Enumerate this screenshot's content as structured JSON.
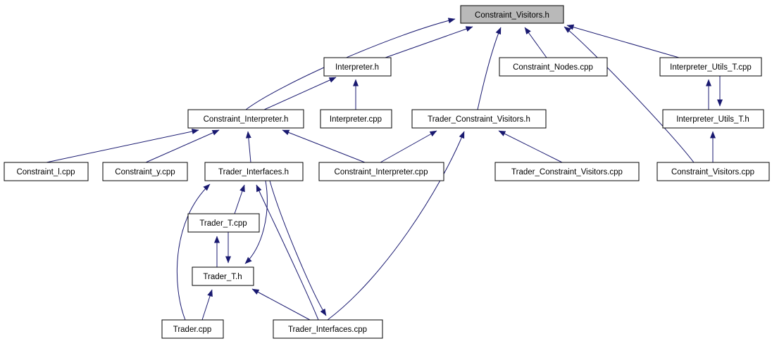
{
  "diagram": {
    "type": "include-dependency-graph",
    "colors": {
      "background": "#ffffff",
      "edge": "#191970",
      "node_fill": "#ffffff",
      "node_border": "#000000",
      "highlight_fill": "#b9b9b9"
    },
    "nodes": [
      {
        "id": "constraint_visitors_h",
        "label": "Constraint_Visitors.h",
        "highlighted": true
      },
      {
        "id": "interpreter_h",
        "label": "Interpreter.h",
        "highlighted": false
      },
      {
        "id": "constraint_nodes_cpp",
        "label": "Constraint_Nodes.cpp",
        "highlighted": false
      },
      {
        "id": "interpreter_utils_t_cpp",
        "label": "Interpreter_Utils_T.cpp",
        "highlighted": false
      },
      {
        "id": "constraint_interpreter_h",
        "label": "Constraint_Interpreter.h",
        "highlighted": false
      },
      {
        "id": "interpreter_cpp",
        "label": "Interpreter.cpp",
        "highlighted": false
      },
      {
        "id": "trader_constraint_visitors_h",
        "label": "Trader_Constraint_Visitors.h",
        "highlighted": false
      },
      {
        "id": "interpreter_utils_t_h",
        "label": "Interpreter_Utils_T.h",
        "highlighted": false
      },
      {
        "id": "constraint_l_cpp",
        "label": "Constraint_l.cpp",
        "highlighted": false
      },
      {
        "id": "constraint_y_cpp",
        "label": "Constraint_y.cpp",
        "highlighted": false
      },
      {
        "id": "trader_interfaces_h",
        "label": "Trader_Interfaces.h",
        "highlighted": false
      },
      {
        "id": "constraint_interpreter_cpp",
        "label": "Constraint_Interpreter.cpp",
        "highlighted": false
      },
      {
        "id": "trader_constraint_visitors_cpp",
        "label": "Trader_Constraint_Visitors.cpp",
        "highlighted": false
      },
      {
        "id": "constraint_visitors_cpp",
        "label": "Constraint_Visitors.cpp",
        "highlighted": false
      },
      {
        "id": "trader_t_cpp",
        "label": "Trader_T.cpp",
        "highlighted": false
      },
      {
        "id": "trader_t_h",
        "label": "Trader_T.h",
        "highlighted": false
      },
      {
        "id": "trader_cpp",
        "label": "Trader.cpp",
        "highlighted": false
      },
      {
        "id": "trader_interfaces_cpp",
        "label": "Trader_Interfaces.cpp",
        "highlighted": false
      }
    ],
    "edges": [
      {
        "from": "constraint_interpreter_h",
        "to": "constraint_visitors_h"
      },
      {
        "from": "interpreter_h",
        "to": "constraint_visitors_h"
      },
      {
        "from": "trader_constraint_visitors_h",
        "to": "constraint_visitors_h"
      },
      {
        "from": "constraint_nodes_cpp",
        "to": "constraint_visitors_h"
      },
      {
        "from": "interpreter_utils_t_cpp",
        "to": "constraint_visitors_h"
      },
      {
        "from": "constraint_visitors_cpp",
        "to": "constraint_visitors_h"
      },
      {
        "from": "constraint_interpreter_h",
        "to": "interpreter_h"
      },
      {
        "from": "interpreter_cpp",
        "to": "interpreter_h"
      },
      {
        "from": "constraint_l_cpp",
        "to": "constraint_interpreter_h"
      },
      {
        "from": "constraint_y_cpp",
        "to": "constraint_interpreter_h"
      },
      {
        "from": "trader_interfaces_h",
        "to": "constraint_interpreter_h"
      },
      {
        "from": "constraint_interpreter_cpp",
        "to": "constraint_interpreter_h"
      },
      {
        "from": "constraint_interpreter_cpp",
        "to": "trader_constraint_visitors_h"
      },
      {
        "from": "trader_interfaces_cpp",
        "to": "trader_constraint_visitors_h"
      },
      {
        "from": "trader_constraint_visitors_cpp",
        "to": "trader_constraint_visitors_h"
      },
      {
        "from": "interpreter_utils_t_h",
        "to": "interpreter_utils_t_cpp"
      },
      {
        "from": "interpreter_utils_t_cpp",
        "to": "interpreter_utils_t_h"
      },
      {
        "from": "constraint_visitors_cpp",
        "to": "interpreter_utils_t_h"
      },
      {
        "from": "trader_cpp",
        "to": "trader_interfaces_h"
      },
      {
        "from": "trader_t_cpp",
        "to": "trader_interfaces_h"
      },
      {
        "from": "trader_interfaces_cpp",
        "to": "trader_interfaces_h"
      },
      {
        "from": "trader_interfaces_h",
        "to": "trader_t_h"
      },
      {
        "from": "trader_t_cpp",
        "to": "trader_t_h"
      },
      {
        "from": "trader_t_h",
        "to": "trader_t_cpp"
      },
      {
        "from": "trader_cpp",
        "to": "trader_t_h"
      },
      {
        "from": "trader_interfaces_cpp",
        "to": "trader_t_h"
      },
      {
        "from": "trader_interfaces_h",
        "to": "trader_interfaces_cpp"
      }
    ]
  }
}
